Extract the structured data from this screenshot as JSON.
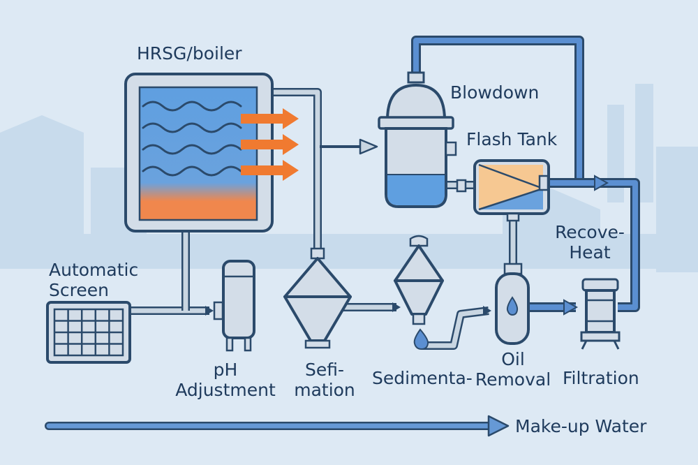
{
  "labels": {
    "hrsg": "HRSG/boiler",
    "blowdown": "Blowdown",
    "flash_tank": "Flash Tank",
    "recover_heat": "Recove-\nHeat",
    "automatic_screen": "Automatic\nScreen",
    "ph_adjustment": "pH\nAdjustment",
    "sefimation": "Sefi-\nmation",
    "sedimentation": "Sedimenta-",
    "oil_removal": "Oil\nRemoval",
    "filtration": "Filtration",
    "makeup_water": "Make-up Water"
  },
  "colors": {
    "background": "#dde9f4",
    "skyline": "#c8dbec",
    "outline": "#2b4a6b",
    "pipe": "#c9d6e2",
    "blue_pipe": "#5b8fd1",
    "water": "#5f9fe0",
    "heat": "#f0874d",
    "arrow_orange": "#f07a30",
    "equipment": "#d3dde8",
    "heat_exchanger_hot": "#f6c892"
  },
  "icons": [
    "flame-arrow-icon",
    "water-drop-icon",
    "grid-screen-icon"
  ]
}
